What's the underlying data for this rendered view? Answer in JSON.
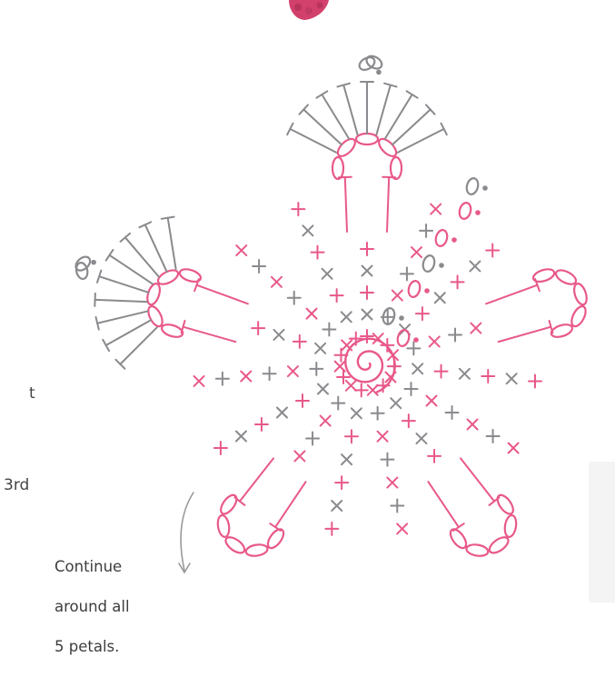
{
  "diagram": {
    "type": "crochet-chart",
    "colors": {
      "pink": "#e8588a",
      "grey": "#8a8a8e",
      "yarn_photo": "#d2406c",
      "text": "#3d3d3d"
    },
    "stitch_symbols": [
      "chain-oval",
      "single-crochet-cross",
      "half-double-crochet-t",
      "slip-stitch-dot",
      "magic-ring-spiral"
    ],
    "petal_count": 5
  },
  "side_text": {
    "clipped_t": "t",
    "clipped_3rd": "3rd"
  },
  "annotation": {
    "line1": "Continue",
    "line2": "around all",
    "line3": "5 petals."
  }
}
